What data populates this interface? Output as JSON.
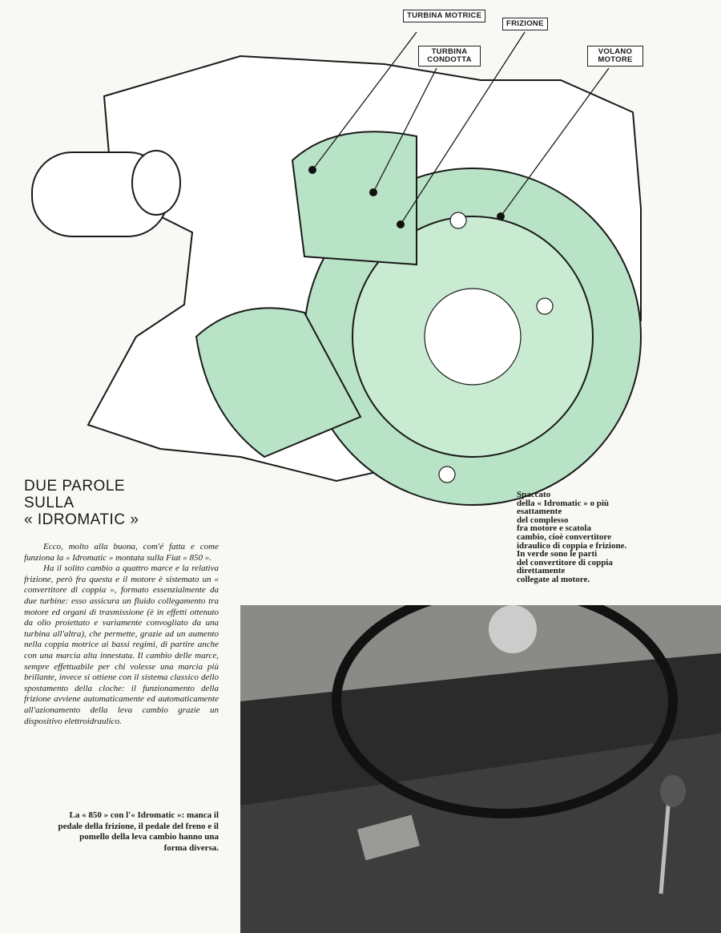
{
  "illustration": {
    "labels": [
      "TURBINA MOTRICE",
      "FRIZIONE",
      "TURBINA CONDOTTA",
      "VOLANO MOTORE"
    ],
    "colors": {
      "green": "#b9e3c6",
      "line": "#1a1a1a"
    }
  },
  "heading": {
    "lines": [
      "DUE PAROLE",
      "SULLA",
      "« IDROMATIC »"
    ]
  },
  "body": {
    "paragraphs": [
      "Ecco, molto alla buona, com'é fatta e come funziona la « Idromatic » montata sulla Fiat « 850 ».",
      "Ha il solito cambio a quattro marce e la relativa frizione, però fra questa e il motore è sistemato un « convertitore di coppia », formato essenzialmente da due turbine: esso assicura un fluido collegamento tra motore ed organi di trasmissione (è in effetti ottenuto da olio proiettato e variamente convogliato da una turbina all'altra), che permette, grazie ad un aumento nella coppia motrice ai bassi regimi, di partire anche con una marcia alta innestata. Il cambio delle marce, sempre effettuabile per chi volesse una marcia più brillante, invece si ottiene con il sistema classico dello spostamento della cloche: il funzionamento della frizione avviene automaticamente ed automaticamente all'azionamento della leva cambio grazie un dispositivo elettroidraulico."
    ]
  },
  "caption_photo": "La « 850 » con l'« Idromatic »: manca il pedale della frizione, il pedale del freno e il pomello della leva cambio hanno una forma diversa.",
  "caption_illustration": {
    "lines": [
      "Spaccato",
      "della « Idromatic » o più",
      "esattamente",
      "del complesso",
      "fra motore e scatola",
      "cambio, cioè convertitore",
      "idraulico di coppia e frizione.",
      "In verde sono le parti",
      "del convertitore di coppia",
      "direttamente",
      "collegate al motore."
    ]
  }
}
